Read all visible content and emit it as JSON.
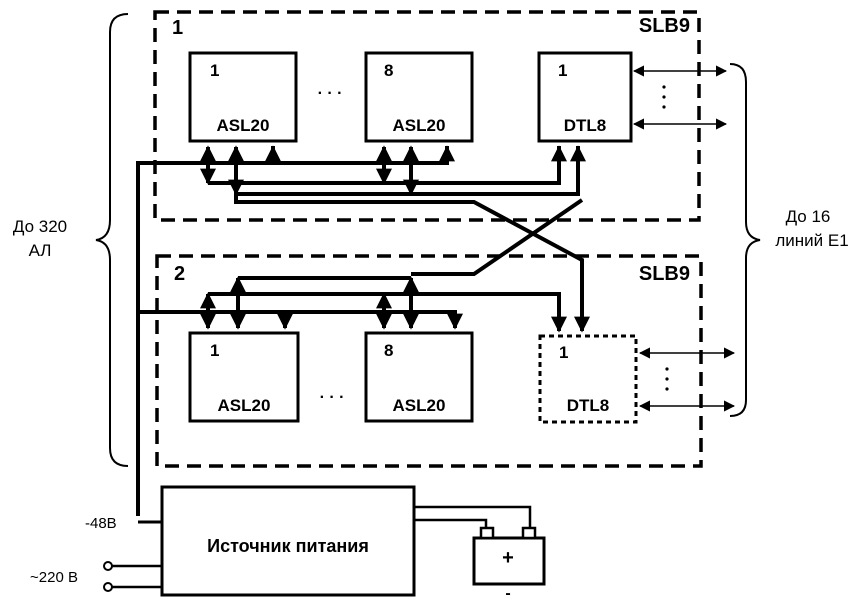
{
  "left_brace": {
    "line1": "До 320",
    "line2": "АЛ"
  },
  "right_brace": {
    "line1": "До 16",
    "line2": "линий Е1"
  },
  "board1": {
    "number": "1",
    "title": "SLB9",
    "asl_first": {
      "index": "1",
      "label": "ASL20"
    },
    "asl_last": {
      "index": "8",
      "label": "ASL20"
    },
    "ellipsis": "· · ·",
    "dtl": {
      "index": "1",
      "label": "DTL8"
    },
    "dtl_dots": "·\n·\n·"
  },
  "board2": {
    "number": "2",
    "title": "SLB9",
    "asl_first": {
      "index": "1",
      "label": "ASL20"
    },
    "asl_last": {
      "index": "8",
      "label": "ASL20"
    },
    "ellipsis": "· · ·",
    "dtl": {
      "index": "1",
      "label": "DTL8"
    }
  },
  "power": {
    "title": "Источник питания",
    "out_voltage": "-48В",
    "in_voltage": "~220 В",
    "battery_plus": "+",
    "battery_minus": "-"
  }
}
